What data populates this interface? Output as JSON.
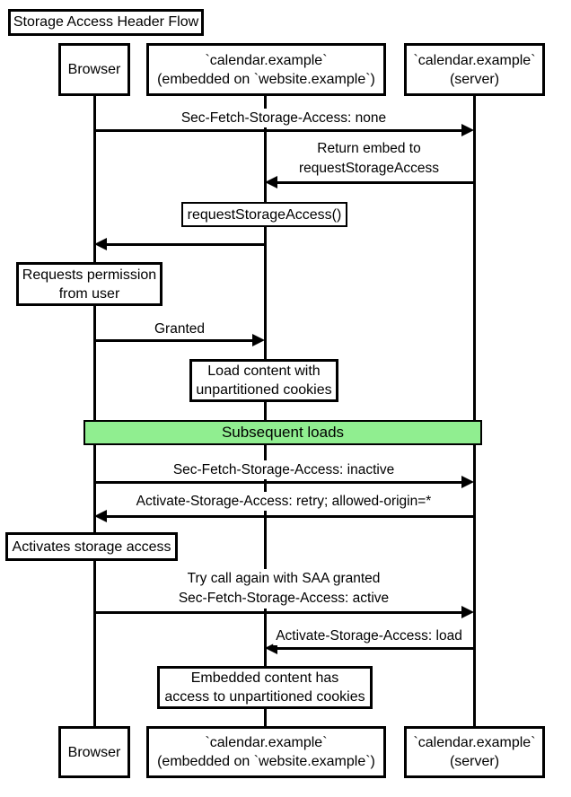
{
  "diagram": {
    "title": "Storage Access Header Flow",
    "participants": {
      "browser": {
        "label": "Browser"
      },
      "embed": {
        "line1": "`calendar.example`",
        "line2": "(embedded on `website.example`)"
      },
      "server": {
        "line1": "`calendar.example`",
        "line2": "(server)"
      }
    },
    "messages": [
      {
        "from": "Browser",
        "to": "server",
        "lines": [
          "Sec-Fetch-Storage-Access: none"
        ]
      },
      {
        "from": "server",
        "to": "embed",
        "lines": [
          "Return embed to",
          "requestStorageAccess"
        ]
      },
      {
        "from": "embed",
        "to": "Browser",
        "lines": [
          "requestStorageAccess()"
        ]
      },
      {
        "from": "Browser",
        "to": "embed",
        "lines": [
          "Granted"
        ]
      },
      {
        "from": "Browser",
        "to": "server",
        "lines": [
          "Sec-Fetch-Storage-Access: inactive"
        ]
      },
      {
        "from": "server",
        "to": "Browser",
        "lines": [
          "Activate-Storage-Access: retry; allowed-origin=*"
        ]
      },
      {
        "from": "Browser",
        "to": "server",
        "lines": [
          "Try call again with SAA granted",
          "Sec-Fetch-Storage-Access: active"
        ]
      },
      {
        "from": "server",
        "to": "embed",
        "lines": [
          "Activate-Storage-Access: load"
        ]
      }
    ],
    "notes": [
      {
        "over": "Browser",
        "lines": [
          "Requests permission",
          "from user"
        ]
      },
      {
        "over": "embed",
        "lines": [
          "Load content with",
          "unpartitioned cookies"
        ]
      },
      {
        "over": "Browser",
        "lines": [
          "Activates storage access"
        ]
      },
      {
        "over": "embed",
        "lines": [
          "Embedded content has",
          "access to unpartitioned cookies"
        ]
      }
    ],
    "section": {
      "label": "Subsequent loads",
      "color": "#90EE90"
    }
  }
}
